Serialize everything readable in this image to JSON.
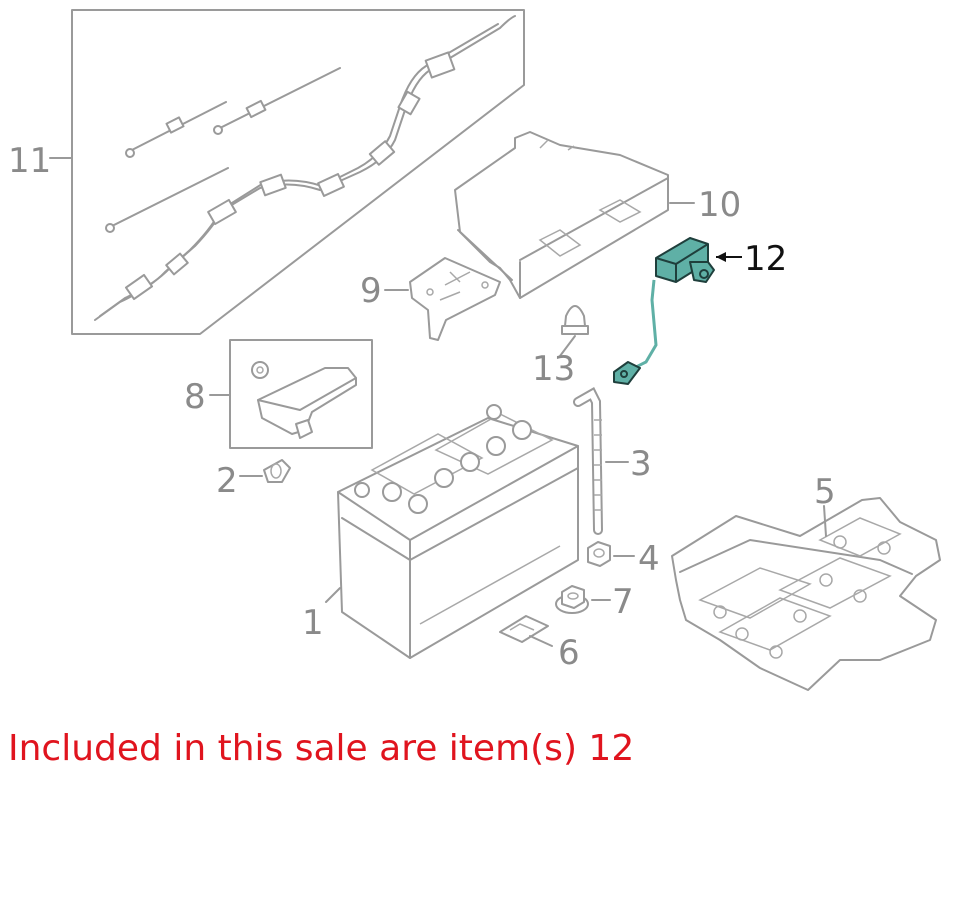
{
  "diagram": {
    "callouts": [
      "1",
      "2",
      "3",
      "4",
      "5",
      "6",
      "7",
      "8",
      "9",
      "10",
      "11",
      "12",
      "13"
    ],
    "highlighted_callout": "12",
    "highlight_color": "#5fb0a6",
    "line_color": "#9a9a9a"
  },
  "sale_note": {
    "text": "Included in this sale are item(s) 12",
    "color": "#e0141e"
  }
}
